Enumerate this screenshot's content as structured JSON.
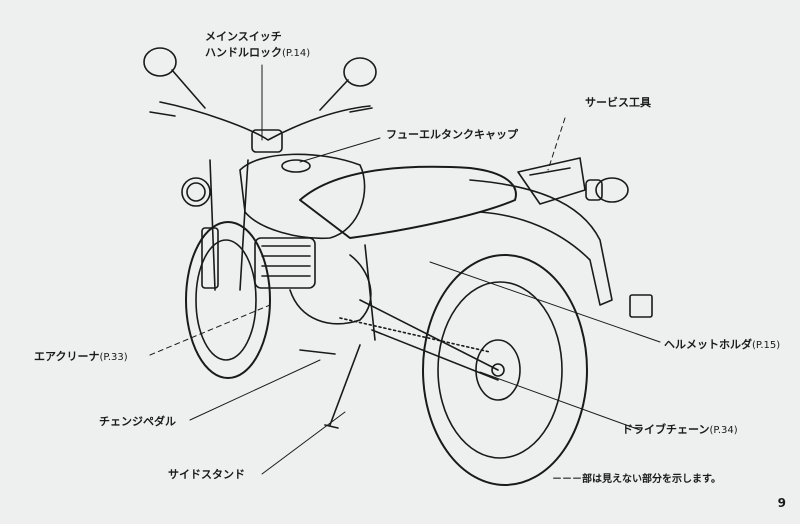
{
  "labels": {
    "main_switch": "メインスイッチ",
    "handle_lock": "ハンドルロック",
    "handle_lock_ref": "(P.14)",
    "service_tools": "サービス工具",
    "fuel_cap": "フューエルタンクキャップ",
    "air_cleaner": "エアクリーナ",
    "air_cleaner_ref": "(P.33)",
    "helmet_holder": "ヘルメットホルダ",
    "helmet_holder_ref": "(P.15)",
    "change_pedal": "チェンジペダル",
    "drive_chain": "ドライブチェーン",
    "drive_chain_ref": "(P.34)",
    "side_stand": "サイドスタンド"
  },
  "note": "－－－部は見えない部分を示します。",
  "page_number": "9",
  "colors": {
    "paper": "#eef0ef",
    "ink": "#1a1a1a"
  }
}
